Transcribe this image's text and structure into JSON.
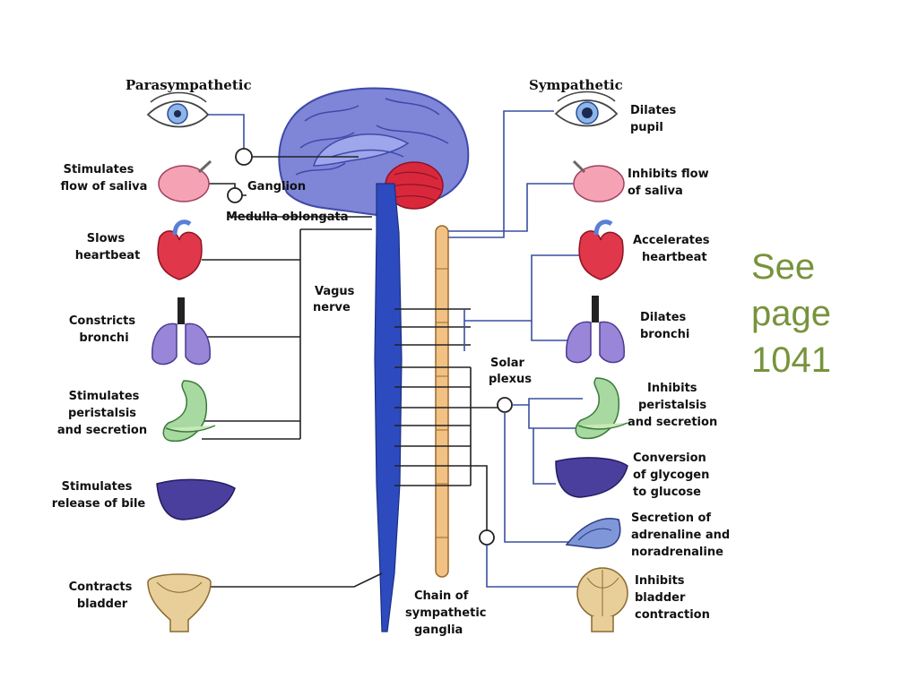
{
  "headers": {
    "left": "Parasympathetic",
    "right": "Sympathetic"
  },
  "center_labels": {
    "ganglion": "Ganglion",
    "medulla": "Medulla oblongata",
    "vagus_1": "Vagus",
    "vagus_2": "nerve",
    "solar_1": "Solar",
    "solar_2": "plexus",
    "chain_1": "Chain of",
    "chain_2": "sympathetic",
    "chain_3": "ganglia"
  },
  "left_labels": {
    "saliva_1": "Stimulates",
    "saliva_2": "flow of saliva",
    "heart_1": "Slows",
    "heart_2": "heartbeat",
    "bronchi_1": "Constricts",
    "bronchi_2": "bronchi",
    "stomach_1": "Stimulates",
    "stomach_2": "peristalsis",
    "stomach_3": "and secretion",
    "bile_1": "Stimulates",
    "bile_2": "release of bile",
    "bladder_1": "Contracts",
    "bladder_2": "bladder"
  },
  "right_labels": {
    "pupil_1": "Dilates",
    "pupil_2": "pupil",
    "saliva_1": "Inhibits flow",
    "saliva_2": "of saliva",
    "heart_1": "Accelerates",
    "heart_2": "heartbeat",
    "bronchi_1": "Dilates",
    "bronchi_2": "bronchi",
    "stomach_1": "Inhibits",
    "stomach_2": "peristalsis",
    "stomach_3": "and secretion",
    "liver_1": "Conversion",
    "liver_2": "of glycogen",
    "liver_3": "to glucose",
    "adrenal_1": "Secretion of",
    "adrenal_2": "adrenaline and",
    "adrenal_3": "noradrenaline",
    "bladder_1": "Inhibits",
    "bladder_2": "bladder",
    "bladder_3": "contraction"
  },
  "side_note": {
    "line1": "See",
    "line2": "page",
    "line3": "1041"
  },
  "colors": {
    "brain": "#7f86d8",
    "brain_dark": "#3e4aa8",
    "cerebellum": "#d9283c",
    "spinal": "#2d4bbf",
    "chain": "#f2c184",
    "heart": "#e0384a",
    "lungs": "#9a86d8",
    "stomach": "#a7d9a0",
    "liver": "#4b3f9e",
    "bladder": "#e8cf9a",
    "note": "#77933c"
  }
}
